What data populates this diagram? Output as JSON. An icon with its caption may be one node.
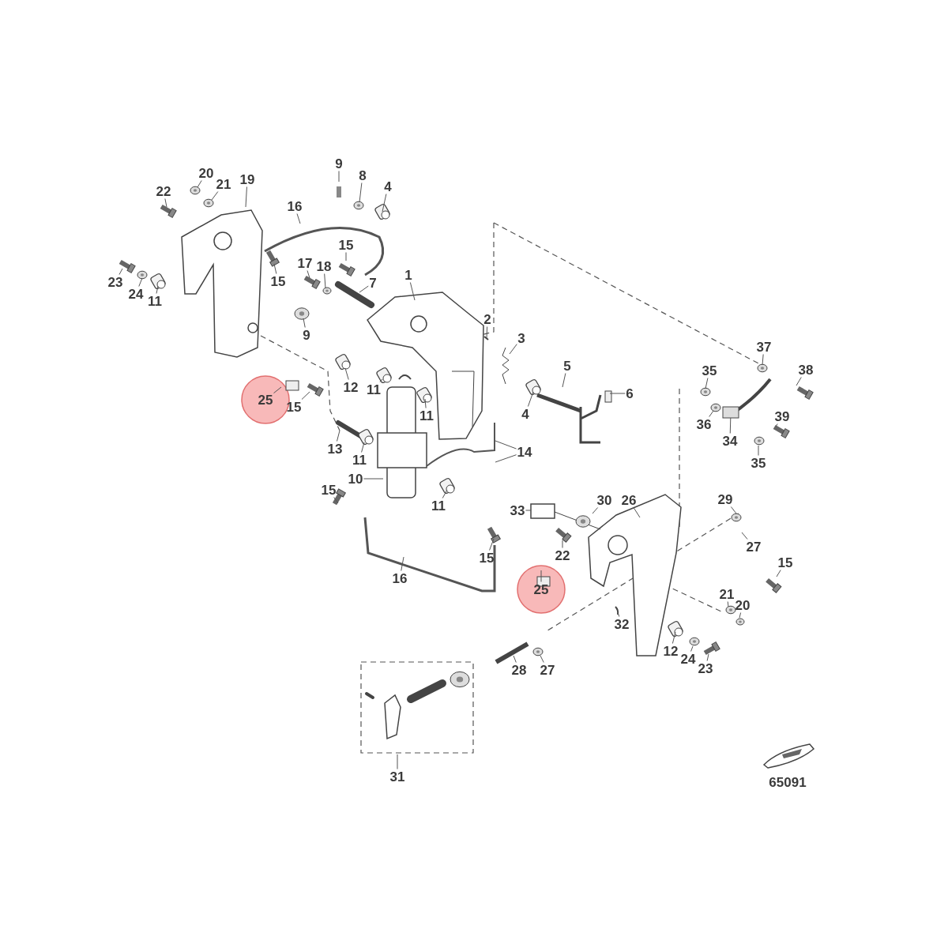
{
  "diagram": {
    "nodes": [
      {
        "text": [
          "9"
        ]
      },
      {
        "text": [
          "8"
        ]
      },
      {
        "text": [
          "4"
        ]
      },
      {
        "text": [
          "20"
        ]
      },
      {
        "text": [
          "21"
        ]
      },
      {
        "text": [
          "19"
        ]
      },
      {
        "text": [
          "22"
        ]
      },
      {
        "text": [
          "16"
        ]
      },
      {
        "text": [
          "15"
        ]
      },
      {
        "text": [
          "17"
        ]
      },
      {
        "text": [
          "18"
        ]
      },
      {
        "text": [
          "7"
        ]
      },
      {
        "text": [
          "1"
        ]
      },
      {
        "text": [
          "15"
        ]
      },
      {
        "text": [
          "23"
        ]
      },
      {
        "text": [
          "24"
        ]
      },
      {
        "text": [
          "11"
        ]
      },
      {
        "text": [
          "2"
        ]
      },
      {
        "text": [
          "9"
        ]
      },
      {
        "text": [
          "3"
        ]
      },
      {
        "text": [
          "37"
        ]
      },
      {
        "text": [
          "5"
        ]
      },
      {
        "text": [
          "35"
        ]
      },
      {
        "text": [
          "38"
        ]
      },
      {
        "text": [
          "12"
        ]
      },
      {
        "text": [
          "11"
        ]
      },
      {
        "text": [
          "6"
        ]
      },
      {
        "text": [
          "25"
        ]
      },
      {
        "text": [
          "15"
        ]
      },
      {
        "text": [
          "4"
        ]
      },
      {
        "text": [
          "11"
        ]
      },
      {
        "text": [
          "39"
        ]
      },
      {
        "text": [
          "36"
        ]
      },
      {
        "text": [
          "34"
        ]
      },
      {
        "text": [
          "35"
        ]
      },
      {
        "text": [
          "13"
        ]
      },
      {
        "text": [
          "11"
        ]
      },
      {
        "text": [
          "14"
        ]
      },
      {
        "text": [
          "10"
        ]
      },
      {
        "text": [
          "15"
        ]
      },
      {
        "text": [
          "29"
        ]
      },
      {
        "text": [
          "30"
        ]
      },
      {
        "text": [
          "26"
        ]
      },
      {
        "text": [
          "33"
        ]
      },
      {
        "text": [
          "11"
        ]
      },
      {
        "text": [
          "27"
        ]
      },
      {
        "text": [
          "15"
        ]
      },
      {
        "text": [
          "22"
        ]
      },
      {
        "text": [
          "15"
        ]
      },
      {
        "text": [
          "16"
        ]
      },
      {
        "text": [
          "25"
        ]
      },
      {
        "text": [
          "21"
        ]
      },
      {
        "text": [
          "20"
        ]
      },
      {
        "text": [
          "32"
        ]
      },
      {
        "text": [
          "12"
        ]
      },
      {
        "text": [
          "24"
        ]
      },
      {
        "text": [
          "23"
        ]
      },
      {
        "text": [
          "28"
        ]
      },
      {
        "text": [
          "27"
        ]
      },
      {
        "text": [
          "31"
        ]
      },
      {
        "text": [],
        "shape": "box"
      }
    ],
    "edges": [
      {
        "from": 0,
        "to": null,
        "arrow": "none"
      },
      {
        "from": 1,
        "to": null,
        "arrow": "none"
      },
      {
        "from": 2,
        "to": null,
        "arrow": "none"
      },
      {
        "from": 3,
        "to": null,
        "arrow": "none"
      },
      {
        "from": 4,
        "to": null,
        "arrow": "none"
      },
      {
        "from": 5,
        "to": null,
        "arrow": "none"
      },
      {
        "from": 6,
        "to": null,
        "arrow": "none"
      },
      {
        "from": 7,
        "to": null,
        "arrow": "none"
      },
      {
        "from": 8,
        "to": null,
        "arrow": "none"
      },
      {
        "from": 9,
        "to": null,
        "arrow": "none"
      },
      {
        "from": 10,
        "to": null,
        "arrow": "none"
      },
      {
        "from": 11,
        "to": null,
        "arrow": "none"
      },
      {
        "from": 12,
        "to": null,
        "arrow": "none"
      },
      {
        "from": 13,
        "to": null,
        "arrow": "none"
      },
      {
        "from": 14,
        "to": null,
        "arrow": "none"
      },
      {
        "from": 15,
        "to": null,
        "arrow": "none"
      },
      {
        "from": 16,
        "to": null,
        "arrow": "none"
      },
      {
        "from": 17,
        "to": null,
        "arrow": "none"
      },
      {
        "from": 18,
        "to": null,
        "arrow": "none"
      },
      {
        "from": 19,
        "to": null,
        "arrow": "none"
      },
      {
        "from": 20,
        "to": null,
        "arrow": "none"
      },
      {
        "from": 21,
        "to": null,
        "arrow": "none"
      },
      {
        "from": 22,
        "to": null,
        "arrow": "none"
      },
      {
        "from": 23,
        "to": null,
        "arrow": "none"
      },
      {
        "from": 24,
        "to": null,
        "arrow": "none"
      },
      {
        "from": 25,
        "to": null,
        "arrow": "none"
      },
      {
        "from": 26,
        "to": null,
        "arrow": "none"
      },
      {
        "from": 27,
        "to": null,
        "arrow": "none"
      },
      {
        "from": 28,
        "to": null,
        "arrow": "none"
      },
      {
        "from": 29,
        "to": null,
        "arrow": "none"
      },
      {
        "from": 30,
        "to": null,
        "arrow": "none"
      },
      {
        "from": 31,
        "to": null,
        "arrow": "none"
      },
      {
        "from": 32,
        "to": null,
        "arrow": "none"
      },
      {
        "from": 33,
        "to": 60,
        "arrow": "none"
      },
      {
        "from": 34,
        "to": null,
        "arrow": "none"
      },
      {
        "from": 35,
        "to": null,
        "arrow": "none"
      },
      {
        "from": 36,
        "to": null,
        "arrow": "none"
      },
      {
        "from": 37,
        "to": null,
        "arrow": "none"
      },
      {
        "from": 38,
        "to": null,
        "arrow": "none"
      },
      {
        "from": 39,
        "to": null,
        "arrow": "none"
      },
      {
        "from": 40,
        "to": null,
        "arrow": "none"
      },
      {
        "from": 41,
        "to": null,
        "arrow": "none"
      },
      {
        "from": 42,
        "to": null,
        "arrow": "none"
      },
      {
        "from": 43,
        "to": null,
        "arrow": "none"
      },
      {
        "from": 44,
        "to": null,
        "arrow": "none"
      },
      {
        "from": 45,
        "to": null,
        "arrow": "none"
      },
      {
        "from": 46,
        "to": null,
        "arrow": "none"
      },
      {
        "from": 47,
        "to": null,
        "arrow": "none"
      },
      {
        "from": 48,
        "to": null,
        "arrow": "none"
      },
      {
        "from": 49,
        "to": null,
        "arrow": "none"
      },
      {
        "from": 50,
        "to": null,
        "arrow": "none"
      },
      {
        "from": 51,
        "to": null,
        "arrow": "none"
      },
      {
        "from": 52,
        "to": null,
        "arrow": "none"
      },
      {
        "from": 53,
        "to": null,
        "arrow": "none"
      },
      {
        "from": 54,
        "to": null,
        "arrow": "none"
      },
      {
        "from": 55,
        "to": null,
        "arrow": "none"
      },
      {
        "from": 56,
        "to": null,
        "arrow": "none"
      },
      {
        "from": 57,
        "to": null,
        "arrow": "none"
      },
      {
        "from": 58,
        "to": null,
        "arrow": "none"
      },
      {
        "from": 59,
        "to": null,
        "arrow": "none"
      },
      {
        "from": 37,
        "to": null,
        "arrow": "none"
      }
    ],
    "labels": [
      "65091"
    ]
  }
}
